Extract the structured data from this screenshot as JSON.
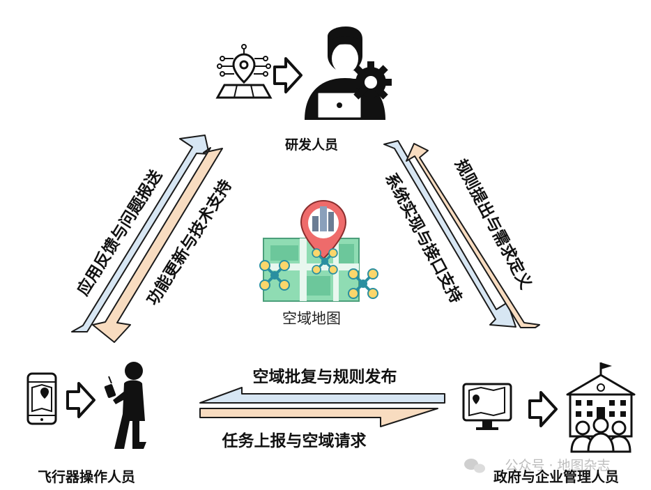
{
  "nodes": {
    "rd": "研发人员",
    "pilot": "飞行器操作人员",
    "gov": "政府与企业管理人员",
    "center": "空域地图"
  },
  "arrows": {
    "left_outer": "应用反馈与问题报送",
    "left_inner": "功能更新与技术支持",
    "right_inner": "系统实现与接口支持",
    "right_outer": "规则提出与需求定义",
    "bottom_top": "空域批复与规则发布",
    "bottom_bottom": "任务上报与空域请求"
  },
  "watermark": "公众号 · 地图杂志",
  "colors": {
    "arrow_blue": "#d7e6f3",
    "arrow_peach": "#f8dcc0",
    "map_green": "#7dd3a8",
    "pin_red": "#ee6b6b",
    "drone_teal": "#2a8fa0"
  }
}
